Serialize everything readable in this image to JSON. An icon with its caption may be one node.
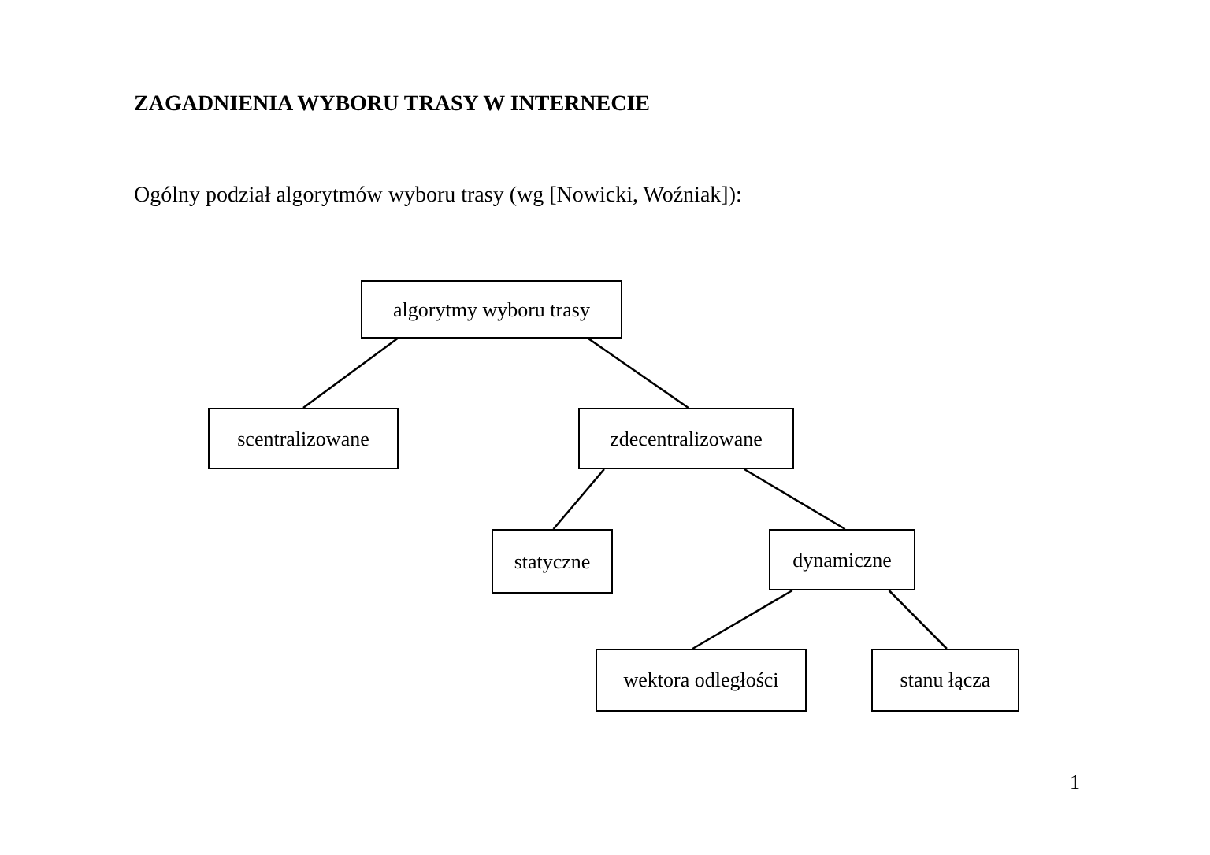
{
  "diagram": {
    "title": "ZAGADNIENIA WYBORU TRASY W INTERNECIE",
    "nodes": [
      {
        "text": [
          "algorytmy wyboru trasy"
        ]
      },
      {
        "text": [
          "scentralizowane"
        ]
      },
      {
        "text": [
          "zdecentralizowane"
        ]
      },
      {
        "text": [
          "statyczne"
        ]
      },
      {
        "text": [
          "dynamiczne"
        ]
      },
      {
        "text": [
          "wektora odległości"
        ]
      },
      {
        "text": [
          "stanu łącza"
        ]
      }
    ],
    "edges": [
      {
        "from": 0,
        "to": 1,
        "arrow": "none"
      },
      {
        "from": 0,
        "to": 2,
        "arrow": "none"
      },
      {
        "from": 2,
        "to": 3,
        "arrow": "none"
      },
      {
        "from": 2,
        "to": 4,
        "arrow": "none"
      },
      {
        "from": 4,
        "to": 5,
        "arrow": "none"
      },
      {
        "from": 4,
        "to": 6,
        "arrow": "none"
      }
    ],
    "labels": [
      "Ogólny podział algorytmów wyboru trasy (wg  [Nowicki, Woźniak]):",
      "1"
    ]
  }
}
